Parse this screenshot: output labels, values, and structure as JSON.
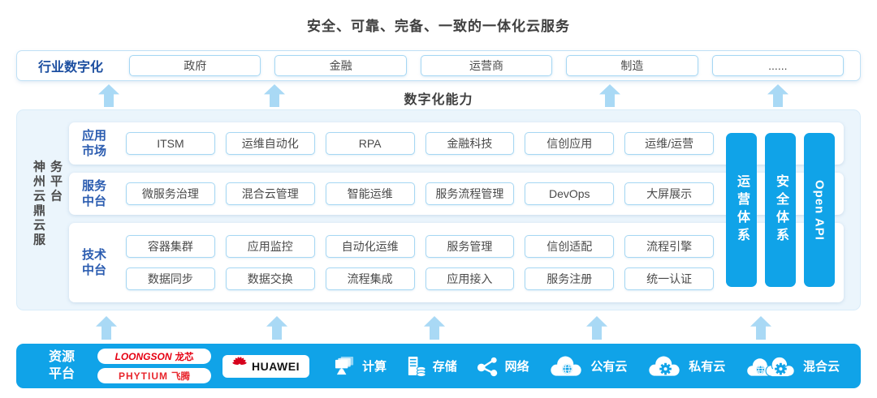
{
  "title": "安全、可靠、完备、一致的一体化云服务",
  "colors": {
    "accent_blue": "#10a3e8",
    "pale_panel_bg": "#ebf5fc",
    "box_border_blue": "#a6d7f3",
    "arrow_blue": "#a9d9f5",
    "deep_blue_text": "#2b5cb0",
    "brand_red": "#e60012"
  },
  "industry": {
    "label": "行业数字化",
    "items": [
      "政府",
      "金融",
      "运营商",
      "制造",
      "......"
    ]
  },
  "capability_label": "数字化能力",
  "platform": {
    "vertical_title": "神州云鼎云服务平台",
    "rows": [
      {
        "label": "应用市场",
        "items": [
          "ITSM",
          "运维自动化",
          "RPA",
          "金融科技",
          "信创应用",
          "运维/运营"
        ]
      },
      {
        "label": "服务中台",
        "items": [
          "微服务治理",
          "混合云管理",
          "智能运维",
          "服务流程管理",
          "DevOps",
          "大屏展示"
        ]
      },
      {
        "label": "技术中台",
        "items": [
          "容器集群",
          "应用监控",
          "自动化运维",
          "服务管理",
          "信创适配",
          "流程引擎",
          "数据同步",
          "数据交换",
          "流程集成",
          "应用接入",
          "服务注册",
          "统一认证"
        ]
      }
    ],
    "side_bars": [
      "运营体系",
      "安全体系",
      "Open API"
    ]
  },
  "resource": {
    "label": "资源平台",
    "loongson": {
      "en": "LOONGSON",
      "cn": "龙芯"
    },
    "phytium": {
      "en": "PHYTIUM",
      "cn": "飞腾"
    },
    "huawei": "HUAWEI",
    "items": [
      {
        "icon": "compute-icon",
        "label": "计算"
      },
      {
        "icon": "storage-icon",
        "label": "存储"
      },
      {
        "icon": "network-icon",
        "label": "网络"
      },
      {
        "icon": "public-cloud-icon",
        "label": "公有云"
      },
      {
        "icon": "private-cloud-icon",
        "label": "私有云"
      },
      {
        "icon": "hybrid-cloud-icon",
        "label": "混合云"
      }
    ]
  }
}
